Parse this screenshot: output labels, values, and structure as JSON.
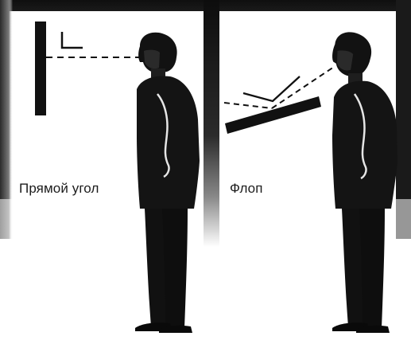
{
  "panels": [
    {
      "id": "left",
      "caption": "Прямой угол"
    },
    {
      "id": "right",
      "caption": "Флоп"
    }
  ],
  "icons": [
    "right-angle-icon",
    "flop-angle-icon",
    "person-figure-icon"
  ],
  "colors": {
    "background": "#ffffff",
    "ink": "#111111",
    "frame_dark": "#1a1a1a",
    "highlight": "#e8e8e8"
  }
}
